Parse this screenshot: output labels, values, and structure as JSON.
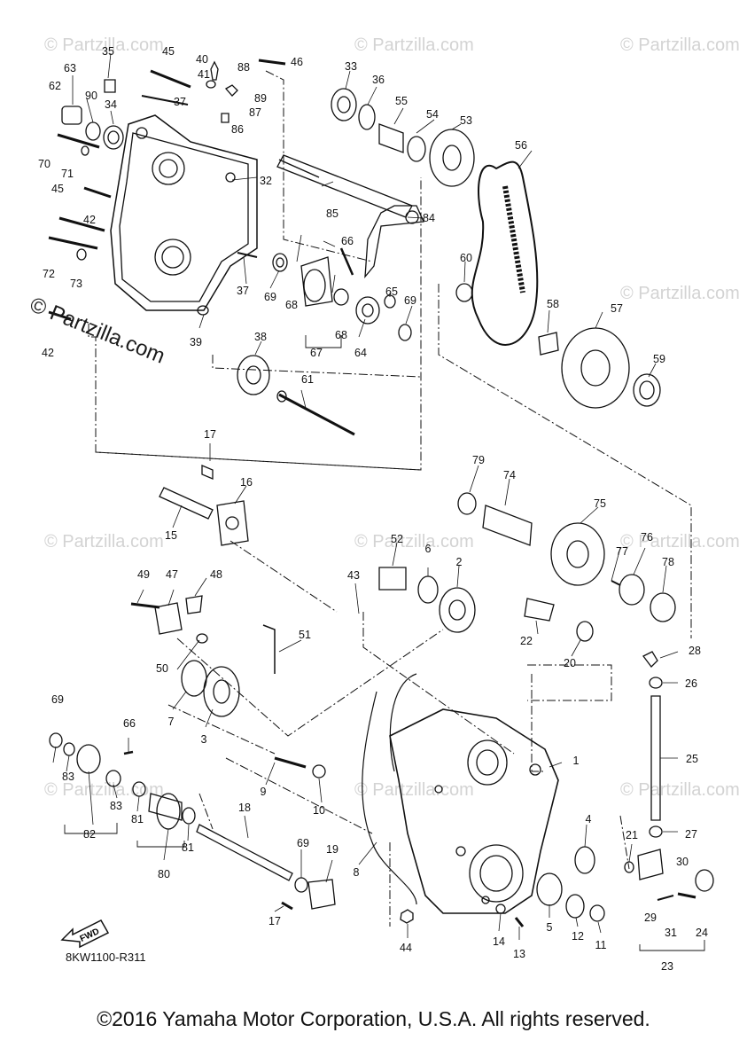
{
  "watermark": {
    "text": "© Partzilla.com",
    "prominent_text": "© Partzilla.com"
  },
  "diagram_code": "8KW1100-R311",
  "fwd_label": "FWD",
  "copyright": "©2016 Yamaha Motor Corporation, U.S.A. All rights reserved.",
  "callouts": [
    {
      "id": "c1",
      "label": "1"
    },
    {
      "id": "c2",
      "label": "2"
    },
    {
      "id": "c3",
      "label": "3"
    },
    {
      "id": "c4",
      "label": "4"
    },
    {
      "id": "c5",
      "label": "5"
    },
    {
      "id": "c6",
      "label": "6"
    },
    {
      "id": "c7",
      "label": "7"
    },
    {
      "id": "c8",
      "label": "8"
    },
    {
      "id": "c9",
      "label": "9"
    },
    {
      "id": "c10",
      "label": "10"
    },
    {
      "id": "c11",
      "label": "11"
    },
    {
      "id": "c12",
      "label": "12"
    },
    {
      "id": "c13",
      "label": "13"
    },
    {
      "id": "c14",
      "label": "14"
    },
    {
      "id": "c15",
      "label": "15"
    },
    {
      "id": "c16",
      "label": "16"
    },
    {
      "id": "c17a",
      "label": "17"
    },
    {
      "id": "c17b",
      "label": "17"
    },
    {
      "id": "c18",
      "label": "18"
    },
    {
      "id": "c19",
      "label": "19"
    },
    {
      "id": "c20",
      "label": "20"
    },
    {
      "id": "c21",
      "label": "21"
    },
    {
      "id": "c22",
      "label": "22"
    },
    {
      "id": "c23",
      "label": "23"
    },
    {
      "id": "c24",
      "label": "24"
    },
    {
      "id": "c25",
      "label": "25"
    },
    {
      "id": "c26",
      "label": "26"
    },
    {
      "id": "c27",
      "label": "27"
    },
    {
      "id": "c28",
      "label": "28"
    },
    {
      "id": "c29",
      "label": "29"
    },
    {
      "id": "c30",
      "label": "30"
    },
    {
      "id": "c31",
      "label": "31"
    },
    {
      "id": "c32",
      "label": "32"
    },
    {
      "id": "c33",
      "label": "33"
    },
    {
      "id": "c34",
      "label": "34"
    },
    {
      "id": "c35",
      "label": "35"
    },
    {
      "id": "c36",
      "label": "36"
    },
    {
      "id": "c37a",
      "label": "37"
    },
    {
      "id": "c37b",
      "label": "37"
    },
    {
      "id": "c38",
      "label": "38"
    },
    {
      "id": "c39",
      "label": "39"
    },
    {
      "id": "c40",
      "label": "40"
    },
    {
      "id": "c41",
      "label": "41"
    },
    {
      "id": "c42a",
      "label": "42"
    },
    {
      "id": "c42b",
      "label": "42"
    },
    {
      "id": "c43",
      "label": "43"
    },
    {
      "id": "c44",
      "label": "44"
    },
    {
      "id": "c45a",
      "label": "45"
    },
    {
      "id": "c45b",
      "label": "45"
    },
    {
      "id": "c46",
      "label": "46"
    },
    {
      "id": "c47",
      "label": "47"
    },
    {
      "id": "c48",
      "label": "48"
    },
    {
      "id": "c49",
      "label": "49"
    },
    {
      "id": "c50",
      "label": "50"
    },
    {
      "id": "c51",
      "label": "51"
    },
    {
      "id": "c52",
      "label": "52"
    },
    {
      "id": "c53",
      "label": "53"
    },
    {
      "id": "c54",
      "label": "54"
    },
    {
      "id": "c55",
      "label": "55"
    },
    {
      "id": "c56",
      "label": "56"
    },
    {
      "id": "c57",
      "label": "57"
    },
    {
      "id": "c58",
      "label": "58"
    },
    {
      "id": "c59",
      "label": "59"
    },
    {
      "id": "c60",
      "label": "60"
    },
    {
      "id": "c61",
      "label": "61"
    },
    {
      "id": "c62",
      "label": "62"
    },
    {
      "id": "c63",
      "label": "63"
    },
    {
      "id": "c64",
      "label": "64"
    },
    {
      "id": "c65",
      "label": "65"
    },
    {
      "id": "c66a",
      "label": "66"
    },
    {
      "id": "c66b",
      "label": "66"
    },
    {
      "id": "c67",
      "label": "67"
    },
    {
      "id": "c68a",
      "label": "68"
    },
    {
      "id": "c68b",
      "label": "68"
    },
    {
      "id": "c69a",
      "label": "69"
    },
    {
      "id": "c69b",
      "label": "69"
    },
    {
      "id": "c69c",
      "label": "69"
    },
    {
      "id": "c69d",
      "label": "69"
    },
    {
      "id": "c70",
      "label": "70"
    },
    {
      "id": "c71",
      "label": "71"
    },
    {
      "id": "c72",
      "label": "72"
    },
    {
      "id": "c73",
      "label": "73"
    },
    {
      "id": "c74",
      "label": "74"
    },
    {
      "id": "c75",
      "label": "75"
    },
    {
      "id": "c76",
      "label": "76"
    },
    {
      "id": "c77",
      "label": "77"
    },
    {
      "id": "c78",
      "label": "78"
    },
    {
      "id": "c79",
      "label": "79"
    },
    {
      "id": "c80",
      "label": "80"
    },
    {
      "id": "c81a",
      "label": "81"
    },
    {
      "id": "c81b",
      "label": "81"
    },
    {
      "id": "c82",
      "label": "82"
    },
    {
      "id": "c83a",
      "label": "83"
    },
    {
      "id": "c83b",
      "label": "83"
    },
    {
      "id": "c84",
      "label": "84"
    },
    {
      "id": "c85",
      "label": "85"
    },
    {
      "id": "c86",
      "label": "86"
    },
    {
      "id": "c87",
      "label": "87"
    },
    {
      "id": "c88",
      "label": "88"
    },
    {
      "id": "c89",
      "label": "89"
    },
    {
      "id": "c90",
      "label": "90"
    }
  ]
}
